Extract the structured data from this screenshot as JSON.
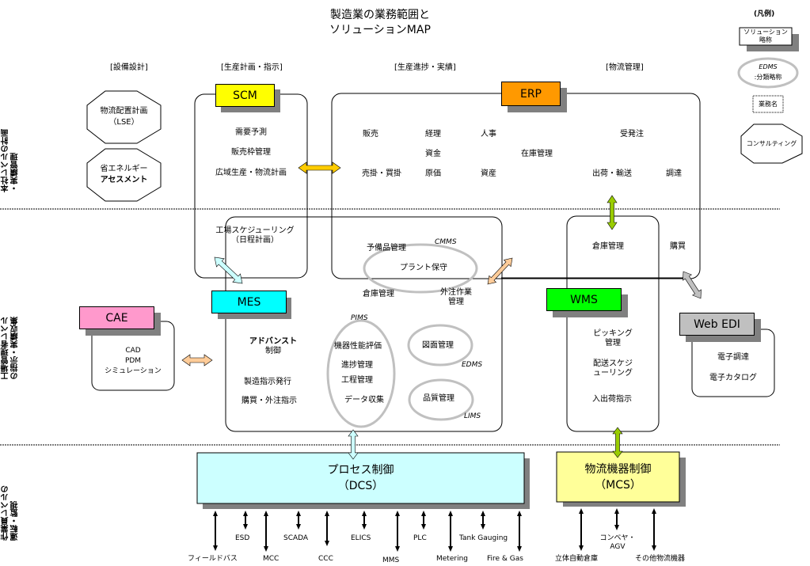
{
  "title": {
    "line1": "製造業の業務範囲と",
    "line2": "ソリューションMAP"
  },
  "legend": {
    "heading": "(凡例)",
    "solution": "ソリューション\n略称",
    "solution_line1": "ソリューション",
    "solution_line2": "略称",
    "category_abbr": "EDMS",
    "category_label": ":分類略称",
    "business": "業務名",
    "consulting": "コンサルティング"
  },
  "columns": [
    "[設備設計]",
    "[生産計画・指示]",
    "[生産進捗・実績]",
    "[物流管理]"
  ],
  "rows": [
    "本社レベルの計画・実績管理",
    "工場管理者レベルの指示・実績収集",
    "作業員レベルの運転・監視"
  ],
  "rows_split": [
    [
      "本社レベルの計画",
      "・実績管理"
    ],
    [
      "工場管理者レベル",
      "の指示・実績収集"
    ],
    [
      "作業員レベルの",
      "運転・監視"
    ]
  ],
  "consulting": [
    {
      "line1": "物流配置計画",
      "line2": "（LSE）"
    },
    {
      "line1": "省エネルギー",
      "line2": "アセスメント"
    }
  ],
  "solutions": {
    "scm": {
      "label": "SCM",
      "color": "#FFFF00",
      "items": [
        "需要予測",
        "販売枠管理",
        "広域生産・物流計画"
      ]
    },
    "erp": {
      "label": "ERP",
      "color": "#FF9900",
      "items": [
        "販売",
        "経理",
        "人事",
        "受発注",
        "資金",
        "在庫管理",
        "売掛・買掛",
        "原価",
        "資産",
        "出荷・輸送",
        "調達"
      ]
    },
    "mes": {
      "label": "MES",
      "color": "#00FFFF",
      "items": {
        "scheduling": [
          "工場スケジューリング",
          "（日程計画）"
        ],
        "spare_parts": "予備品管理",
        "plant_maintenance": "プラント保守",
        "warehouse": "倉庫管理",
        "outsourcing": [
          "外注作業",
          "管理"
        ],
        "advanced_control": [
          "アドバンスト",
          "制御"
        ],
        "manufacturing_order": "製造指示発行",
        "purchase_order": "購買・外注指示",
        "equipment_eval": "機器性能評価",
        "progress": "進捗管理",
        "process": "工程管理",
        "data_collection": "データ収集",
        "drawing": "図面管理",
        "quality": "品質管理"
      },
      "categories": {
        "cmms": "CMMS",
        "pims": "PIMS",
        "edms": "EDMS",
        "lims": "LIMS"
      }
    },
    "cae": {
      "label": "CAE",
      "color": "#FF99CC",
      "items": [
        "CAD",
        "PDM",
        "シミュレーション"
      ]
    },
    "wms": {
      "label": "WMS",
      "color": "#00FF00",
      "items": {
        "warehouse": "倉庫管理",
        "purchasing": "購買",
        "picking": [
          "ピッキング",
          "管理"
        ],
        "delivery": [
          "配送スケジ",
          "ューリング"
        ],
        "in_out": "入出荷指示"
      }
    },
    "webedi": {
      "label": "Web EDI",
      "color": "#C0C0C0",
      "items": [
        "電子調達",
        "電子カタログ"
      ]
    },
    "dcs": {
      "line1": "プロセス制御",
      "line2": "（DCS）",
      "color": "#CCFFFF",
      "devices_upper": [
        "ESD",
        "SCADA",
        "ELICS",
        "PLC",
        "Tank Gauging"
      ],
      "devices_lower": [
        "フィールドバス",
        "MCC",
        "CCC",
        "MMS",
        "Metering",
        "Fire & Gas"
      ]
    },
    "mcs": {
      "line1": "物流機器制御",
      "line2": "（MCS）",
      "color": "#FFFF99",
      "devices": [
        "立体自動倉庫",
        "コンベヤ・",
        "AGV",
        "その他物流機器"
      ]
    }
  },
  "arrow_colors": {
    "scm_erp": "#FFCC00",
    "scm_mes": "#CCFFFF",
    "erp_mes": "#FFCC99",
    "cae_mes": "#FFCC99",
    "erp_wms": "#99CC00",
    "erp_webedi": "#C0C0C0",
    "mes_dcs": "#CCFFFF",
    "wms_mcs": "#99CC00"
  }
}
